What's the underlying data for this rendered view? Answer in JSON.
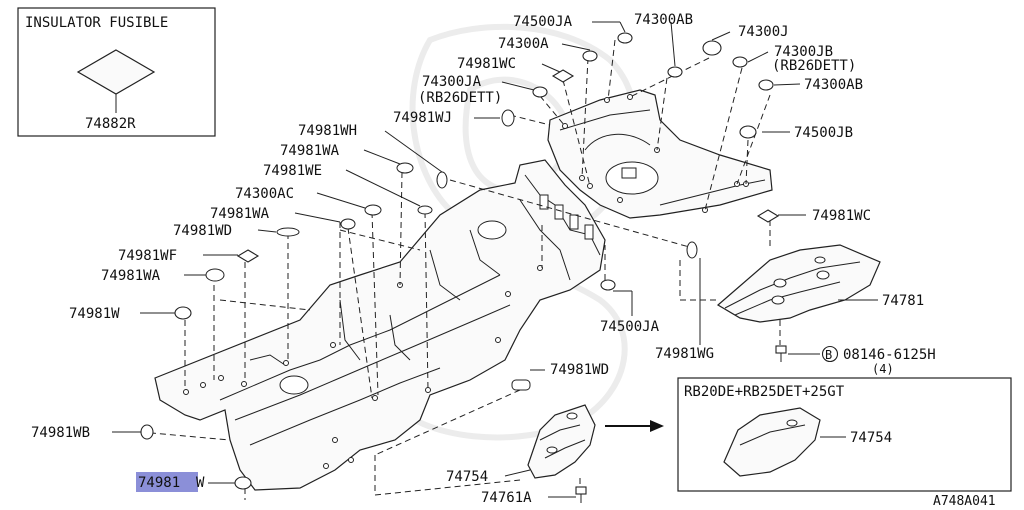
{
  "title_box": {
    "heading": "INSULATOR FUSIBLE",
    "part": "74882R"
  },
  "labels": {
    "l_74500JA_top": "74500JA",
    "l_74300AB_top": "74300AB",
    "l_74300J": "74300J",
    "l_74300A": "74300A",
    "l_74300JB": "74300JB",
    "l_rb26_1": "(RB26DETT)",
    "l_74981WC_top": "74981WC",
    "l_74300JA": "74300JA",
    "l_rb26_2": "(RB26DETT)",
    "l_74300AB_right": "74300AB",
    "l_74981WJ": "74981WJ",
    "l_74981WH": "74981WH",
    "l_74500JB": "74500JB",
    "l_74981WA_1": "74981WA",
    "l_74981WE": "74981WE",
    "l_74300AC": "74300AC",
    "l_74981WC_right": "74981WC",
    "l_74981WA_2": "74981WA",
    "l_74981WD_left": "74981WD",
    "l_74981WF": "74981WF",
    "l_74981WA_3": "74981WA",
    "l_74781": "74781",
    "l_74981W_1": "74981W",
    "l_74500JA_mid": "74500JA",
    "l_74981WG": "74981WG",
    "l_bolt_num": "08146-6125H",
    "l_bolt_qty": "(4)",
    "l_74981WD_mid": "74981WD",
    "l_74981WB": "74981WB",
    "l_74754_left": "74754",
    "l_74761A": "74761A",
    "l_74981W_sel_a": "74981",
    "l_74981W_sel_b": "W"
  },
  "inset_box": {
    "heading": "RB20DE+RB25DET+25GT",
    "part": "74754"
  },
  "bolt_marker": "B",
  "footer_code": "A748A041",
  "colors": {
    "highlight": "#8b8fd8",
    "line": "#222222",
    "background": "#ffffff"
  }
}
